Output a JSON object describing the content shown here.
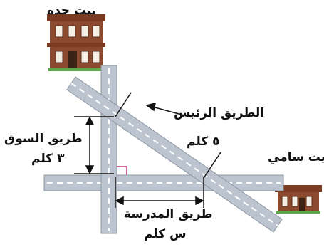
{
  "labels": {
    "grandma_house": "بيت جده",
    "sami_house": "بيت سامي",
    "main_road": "الطريق الرئيس",
    "main_road_length": "٥ كلم",
    "market_road": "طريق السوق",
    "market_road_length": "٣ كلم",
    "school_road": "طريق المدرسة",
    "school_road_length": "س كلم"
  },
  "colors": {
    "road": "#bcc5cf",
    "road_edge": "#8c97a3",
    "lane_marking": "#ffffff",
    "right_angle_mark": "#c0397a",
    "house_wall": "#8b4a2e",
    "house_roof": "#a0522d",
    "window": "#f4f0e6",
    "grass": "#5ca94a"
  }
}
